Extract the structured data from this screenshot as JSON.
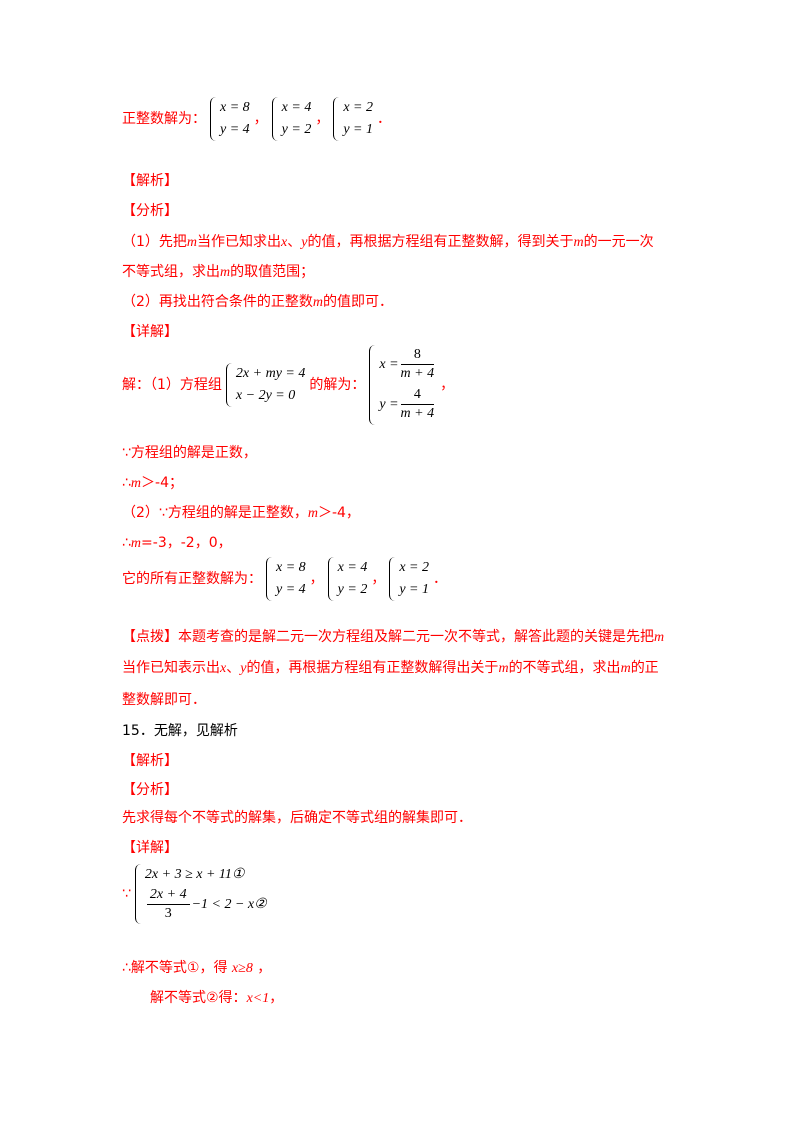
{
  "top_solutions": {
    "label": "正整数解为：",
    "systems": [
      {
        "x": "x = 8",
        "y": "y = 4",
        "sep": "，"
      },
      {
        "x": "x = 4",
        "y": "y = 2",
        "sep": "，"
      },
      {
        "x": "x = 2",
        "y": "y = 1",
        "sep": "．"
      }
    ]
  },
  "q14": {
    "jiexi": "【解析】",
    "fenxi": "【分析】",
    "fenxi_line1_a": "（1）先把",
    "m": "m",
    "fenxi_line1_b": "当作已知求出",
    "x": "x",
    "dun": "、",
    "y": "y",
    "fenxi_line1_c": "的值，再根据方程组有正整数解，得到关于",
    "fenxi_line1_d": "的一元一次",
    "fenxi_line2_a": "不等式组，求出",
    "fenxi_line2_b": "的取值范围；",
    "fenxi_line3_a": "（2）再找出符合条件的正整数",
    "fenxi_line3_b": "的值即可．",
    "xiangjie": "【详解】",
    "solve_a": "解：（1）方程组",
    "eq1": "2x + my = 4",
    "eq2": "x − 2y = 0",
    "solve_b": "的解为：",
    "sol_x_lhs": "x =",
    "sol_x_num": "8",
    "sol_x_den": "m + 4",
    "sol_y_lhs": "y =",
    "sol_y_num": "4",
    "sol_y_den": "m + 4",
    "solve_end": "，",
    "because1": "∵方程组的解是正数，",
    "therefore1_a": "∴",
    "therefore1_b": "＞-4；",
    "part2_a": "（2）∵方程组的解是正整数，",
    "part2_b": "＞-4，",
    "therefore2_b": "=-3，-2，0，",
    "all_label": "它的所有正整数解为：",
    "systems": [
      {
        "x": "x = 8",
        "y": "y = 4",
        "sep": "，"
      },
      {
        "x": "x = 4",
        "y": "y = 2",
        "sep": "，"
      },
      {
        "x": "x = 2",
        "y": "y = 1",
        "sep": "．"
      }
    ],
    "dianbo_tag": "【点拨】",
    "dianbo_1": "本题考查的是解二元一次方程组及解二元一次不等式，解答此题的关键是先把",
    "dianbo_2a": "当作已知表示出",
    "dianbo_2b": "的值，再根据方程组有正整数解得出关于",
    "dianbo_2c": "的不等式组，求出",
    "dianbo_2d": "的正",
    "dianbo_3": "整数解即可．"
  },
  "q15": {
    "answer": "15．无解，见解析",
    "jiexi": "【解析】",
    "fenxi": "【分析】",
    "fenxi_text": "先求得每个不等式的解集，后确定不等式组的解集即可．",
    "xiangjie": "【详解】",
    "because": "∵",
    "ineq1": "2x + 3 ≥ x + 11①",
    "ineq2_num": "2x + 4",
    "ineq2_den": "3",
    "ineq2_rest": "−1 < 2 − x②",
    "step1_a": "∴解不等式①，得 ",
    "step1_b": "x≥8",
    "step1_c": " ，",
    "step2_a": "解不等式②得：",
    "step2_b": "x<1",
    "step2_c": "，"
  }
}
